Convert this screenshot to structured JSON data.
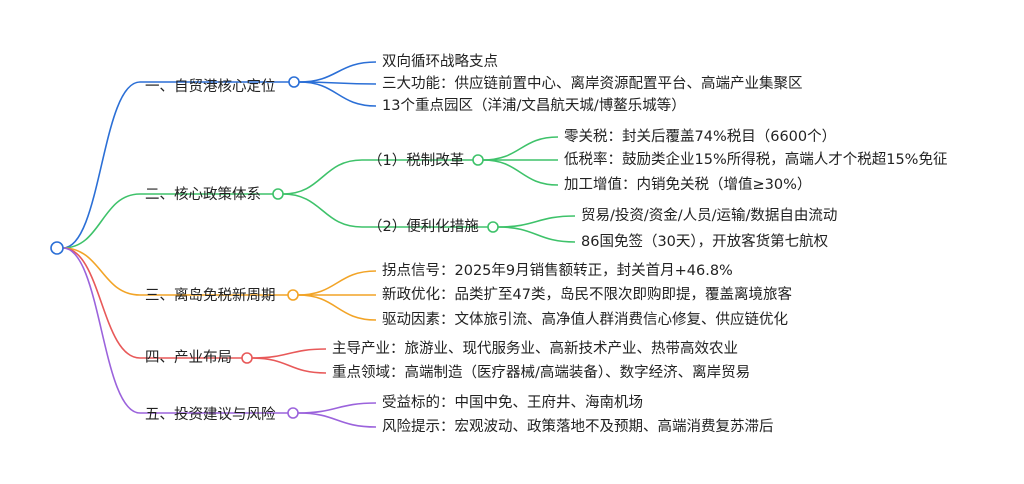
{
  "colors": {
    "root": "#2b6fd6",
    "branch1": "#2b6fd6",
    "branch2": "#3ec26a",
    "branch3": "#f2a427",
    "branch4": "#e85959",
    "branch5": "#9b63dc"
  },
  "branches": [
    {
      "label": "一、自贸港核心定位",
      "children": [
        {
          "label": "双向循环战略支点"
        },
        {
          "label": "三大功能：供应链前置中心、离岸资源配置平台、高端产业集聚区"
        },
        {
          "label": "13个重点园区（洋浦/文昌航天城/博鳌乐城等）"
        }
      ]
    },
    {
      "label": "二、核心政策体系",
      "children": [
        {
          "label": "（1）税制改革",
          "children": [
            {
              "label": "零关税：封关后覆盖74%税目（6600个）"
            },
            {
              "label": "低税率：鼓励类企业15%所得税，高端人才个税超15%免征"
            },
            {
              "label": "加工增值：内销免关税（增值≥30%）"
            }
          ]
        },
        {
          "label": "（2）便利化措施",
          "children": [
            {
              "label": "贸易/投资/资金/人员/运输/数据自由流动"
            },
            {
              "label": "86国免签（30天），开放客货第七航权"
            }
          ]
        }
      ]
    },
    {
      "label": "三、离岛免税新周期",
      "children": [
        {
          "label": "拐点信号：2025年9月销售额转正，封关首月+46.8%"
        },
        {
          "label": "新政优化：品类扩至47类，岛民不限次即购即提，覆盖离境旅客"
        },
        {
          "label": "驱动因素：文体旅引流、高净值人群消费信心修复、供应链优化"
        }
      ]
    },
    {
      "label": "四、产业布局",
      "children": [
        {
          "label": "主导产业：旅游业、现代服务业、高新技术产业、热带高效农业"
        },
        {
          "label": "重点领域：高端制造（医疗器械/高端装备）、数字经济、离岸贸易"
        }
      ]
    },
    {
      "label": "五、投资建议与风险",
      "children": [
        {
          "label": "受益标的：中国中免、王府井、海南机场"
        },
        {
          "label": "风险提示：宏观波动、政策落地不及预期、高端消费复苏滞后"
        }
      ]
    }
  ]
}
